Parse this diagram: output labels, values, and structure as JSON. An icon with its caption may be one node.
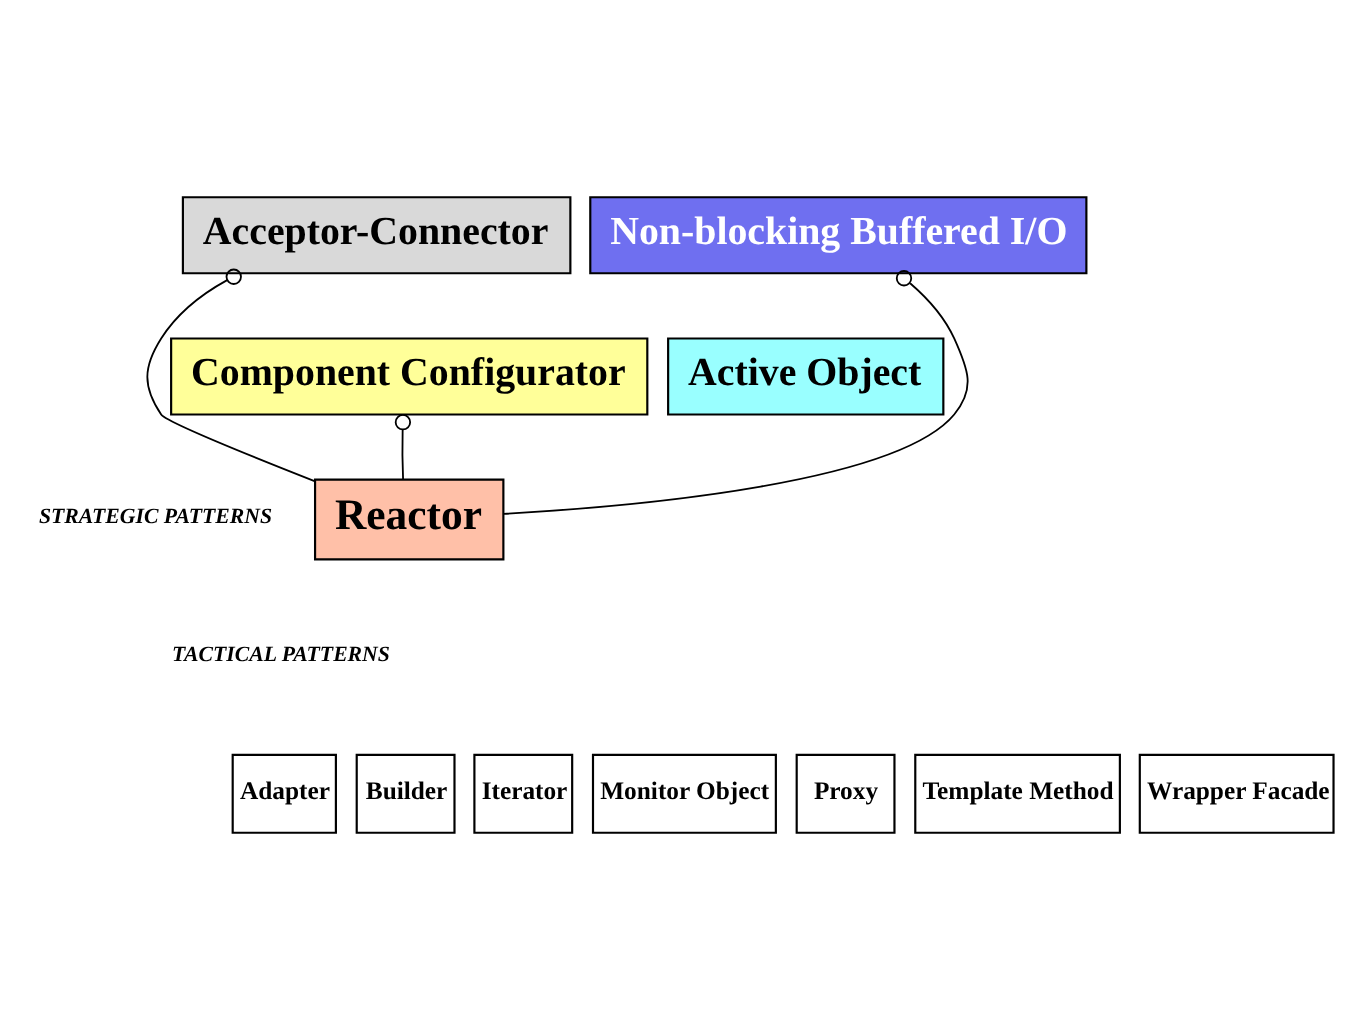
{
  "diagram": {
    "nodes": [
      {
        "text": [
          "Acceptor-Connector"
        ]
      },
      {
        "text": [
          "Non-blocking Buffered I/O"
        ]
      },
      {
        "text": [
          "Component Configurator"
        ]
      },
      {
        "text": [
          "Active Object"
        ]
      },
      {
        "text": [
          "Reactor"
        ]
      },
      {
        "text": [
          "Adapter"
        ]
      },
      {
        "text": [
          "Builder"
        ]
      },
      {
        "text": [
          "Iterator"
        ]
      },
      {
        "text": [
          "Monitor Object"
        ]
      },
      {
        "text": [
          "Proxy"
        ]
      },
      {
        "text": [
          "Template Method"
        ]
      },
      {
        "text": [
          "Wrapper Facade"
        ]
      }
    ],
    "edges": [
      {
        "from": 0,
        "to": 4,
        "arrow": "other"
      },
      {
        "from": 1,
        "to": 4,
        "arrow": "other"
      },
      {
        "from": 2,
        "to": 4,
        "arrow": "other"
      }
    ],
    "labels": [
      "STRATEGIC PATTERNS",
      "TACTICAL PATTERNS"
    ]
  }
}
